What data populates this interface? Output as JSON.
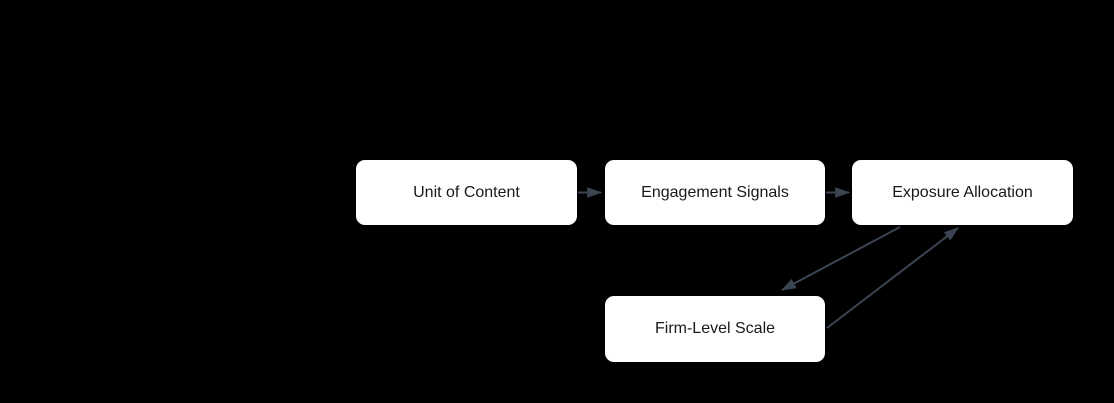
{
  "diagram": {
    "type": "flowchart",
    "direction": "left-to-right",
    "colors": {
      "background": "#000000",
      "node_fill": "#ffffff",
      "node_text": "#16191d",
      "edge": "#3b4552"
    },
    "nodes": [
      {
        "id": "unit-of-content",
        "label": "Unit of Content"
      },
      {
        "id": "engagement-signals",
        "label": "Engagement Signals"
      },
      {
        "id": "exposure-allocation",
        "label": "Exposure Allocation"
      },
      {
        "id": "firm-level-scale",
        "label": "Firm-Level Scale"
      }
    ],
    "edges": [
      {
        "from": "Unit of Content",
        "to": "Engagement Signals",
        "style": "arrow"
      },
      {
        "from": "Engagement Signals",
        "to": "Exposure Allocation",
        "style": "arrow"
      },
      {
        "from": "Exposure Allocation",
        "to": "Firm-Level Scale",
        "style": "arrow"
      },
      {
        "from": "Firm-Level Scale",
        "to": "Exposure Allocation",
        "style": "arrow"
      }
    ]
  }
}
